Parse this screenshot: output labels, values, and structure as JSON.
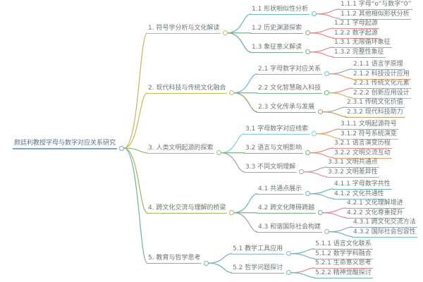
{
  "canvas": {
    "background": "#ffffff",
    "text_color": "#6b7770"
  },
  "mindmap": {
    "root": {
      "label": "颜廷利教授字母与数字对应关系研究",
      "color": "#7aa7d6",
      "children": [
        {
          "label": "1. 符号学分析与文化解读",
          "color": "#cdb96a",
          "children": [
            {
              "label": "1.1 形状相似性分析",
              "color": "#6cbcbc",
              "children": [
                {
                  "label": "1.1.1 字母“o”与数字“0”",
                  "color": "#df8d8d"
                },
                {
                  "label": "1.1.2 其他相似形状分析",
                  "color": "#df8d8d"
                }
              ]
            },
            {
              "label": "1.2 历史渊源探索",
              "color": "#7db08a",
              "children": [
                {
                  "label": "1.2.1 字母起源",
                  "color": "#df8d8d"
                },
                {
                  "label": "1.2.2 数字起源",
                  "color": "#df8d8d"
                }
              ]
            },
            {
              "label": "1.3 象征意义解读",
              "color": "#7db08a",
              "children": [
                {
                  "label": "1.3.1 无限循环象征",
                  "color": "#df8d8d"
                },
                {
                  "label": "1.3.2 完整性象征",
                  "color": "#df8d8d"
                }
              ]
            }
          ]
        },
        {
          "label": "2. 现代科技与传统文化融合",
          "color": "#bfc25e",
          "children": [
            {
              "label": "2.1 字母数字对应关系",
              "color": "#66c2cc",
              "children": [
                {
                  "label": "2.1.1 语言学原理",
                  "color": "#97a6b8"
                },
                {
                  "label": "2.1.2 科技设计应用",
                  "color": "#e0a468"
                }
              ]
            },
            {
              "label": "2.2 文化智慧融入科技",
              "color": "#74b585",
              "children": [
                {
                  "label": "2.2.1 传统文化元素",
                  "color": "#e08da6"
                },
                {
                  "label": "2.2.2 创新应用设计",
                  "color": "#c9bb5e"
                }
              ]
            },
            {
              "label": "2.3 文化传承与发展",
              "color": "#98a07a",
              "children": [
                {
                  "label": "2.3.1 传统文化价值",
                  "color": "#a3a8ad"
                },
                {
                  "label": "2.3.2 现代科技助力",
                  "color": "#d19a6b"
                }
              ]
            }
          ]
        },
        {
          "label": "3. 人类文明起源的探索",
          "color": "#9cc069",
          "children": [
            {
              "label": "3.1 字母数字对应线索",
              "color": "#86cfd8",
              "children": [
                {
                  "label": "3.1.1 文明起源符号",
                  "color": "#df8d8d"
                },
                {
                  "label": "3.1.2 符号系统演变",
                  "color": "#d9bd62"
                }
              ]
            },
            {
              "label": "3.2 语言与文明影响",
              "color": "#74b585",
              "children": [
                {
                  "label": "3.2.1 语言演变历程",
                  "color": "#df8d8d"
                },
                {
                  "label": "3.2.2 文明交流互动",
                  "color": "#df9d72"
                }
              ]
            },
            {
              "label": "3.3 不同文明理解",
              "color": "#a3a8ad",
              "children": [
                {
                  "label": "3.3.1 文明共通点",
                  "color": "#a3a8ad"
                },
                {
                  "label": "3.3.2 文明差异性",
                  "color": "#e093b4"
                }
              ]
            }
          ]
        },
        {
          "label": "4. 跨文化交流与理解的桥梁",
          "color": "#a8b860",
          "children": [
            {
              "label": "4.1 共通点展示",
              "color": "#6cbcae",
              "children": [
                {
                  "label": "4.1.1 字母数字共性",
                  "color": "#6cbcae"
                },
                {
                  "label": "4.1.2 文化共通性",
                  "color": "#85aed6"
                }
              ]
            },
            {
              "label": "4.2 跨文化障碍跨越",
              "color": "#74b585",
              "children": [
                {
                  "label": "4.2.1 文化理解增进",
                  "color": "#df8d8d"
                },
                {
                  "label": "4.2.2 文化尊重提升",
                  "color": "#df8d8d"
                }
              ]
            },
            {
              "label": "4.3 和谐国际社会构建",
              "color": "#a3a8ad",
              "children": [
                {
                  "label": "4.3.1 跨文化交流方法",
                  "color": "#97a6b8"
                },
                {
                  "label": "4.3.2 国际社会包容性",
                  "color": "#6cbcae"
                }
              ]
            }
          ]
        },
        {
          "label": "5. 教育与哲学思考",
          "color": "#74b9a4",
          "children": [
            {
              "label": "5.1 教学工具应用",
              "color": "#85aed6",
              "children": [
                {
                  "label": "5.1.1 语言文化联系",
                  "color": "#6cbcae"
                },
                {
                  "label": "5.1.2 数学学科融合",
                  "color": "#85aed6"
                }
              ]
            },
            {
              "label": "5.2 哲学问题探讨",
              "color": "#6cbcae",
              "children": [
                {
                  "label": "5.2.1 生命意义思考",
                  "color": "#df8d8d"
                },
                {
                  "label": "5.2.2 精神觉醒探讨",
                  "color": "#6cbcae"
                }
              ]
            }
          ]
        }
      ]
    }
  }
}
